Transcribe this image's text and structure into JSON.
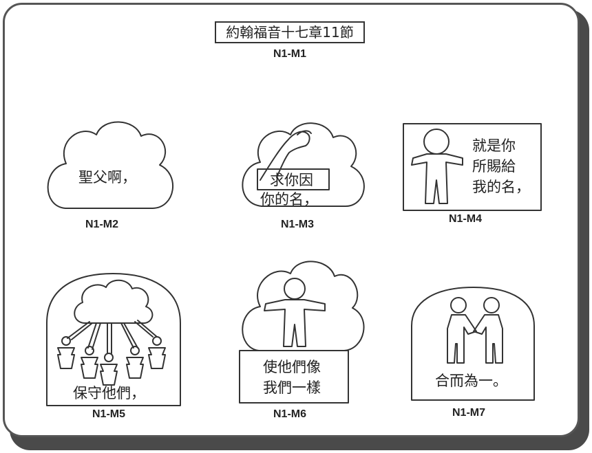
{
  "title": "約翰福音十七章11節",
  "codes": {
    "m1": "N1-M1",
    "m2": "N1-M2",
    "m3": "N1-M3",
    "m4": "N1-M4",
    "m5": "N1-M5",
    "m6": "N1-M6",
    "m7": "N1-M7"
  },
  "panels": {
    "m2": {
      "text": "聖父啊，"
    },
    "m3": {
      "line1": "求你因",
      "line2": "你的名，"
    },
    "m4": {
      "line1": "就是你",
      "line2": "所賜給",
      "line3": "我的名，"
    },
    "m5": {
      "text": "保守他們，"
    },
    "m6": {
      "line1": "使他們像",
      "line2": "我們一樣"
    },
    "m7": {
      "text": "合而為一。"
    }
  }
}
